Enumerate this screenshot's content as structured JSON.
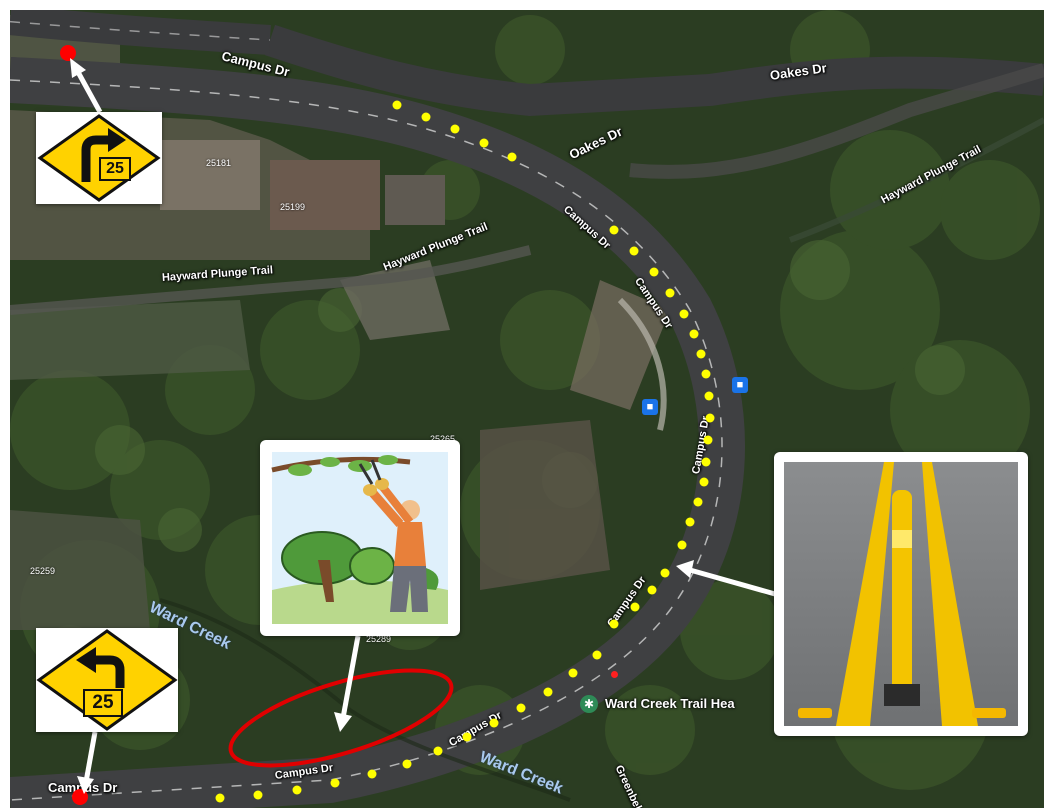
{
  "labels": {
    "campus_top": "Campus Dr",
    "oakes": "Oakes Dr",
    "oakes2": "Oakes Dr",
    "campus_curve1": "Campus Dr",
    "campus_curve2": "Campus Dr",
    "campus_curve3": "Campus Dr",
    "campus_curve4": "Campus Dr",
    "campus_curve5": "Campus Dr",
    "campus_bottom1": "Campus Dr",
    "campus_bottom2": "Campus Dr",
    "hayward_left": "Hayward Plunge Trail",
    "hayward_mid": "Hayward Plunge Trail",
    "hayward_right": "Hayward Plunge Trail",
    "ward_creek_left": "Ward Creek",
    "ward_creek_bottom": "Ward Creek",
    "greenbelt": "Greenbel",
    "poi": "Ward Creek Trail Hea"
  },
  "parcels": {
    "p1": "25181",
    "p2": "25199",
    "p3": "25265",
    "p4": "25259",
    "p5": "25289"
  },
  "signs": {
    "top_right_turn": "25",
    "bottom_left_turn": "25"
  },
  "icons": {
    "bus": "bus-stop-icon",
    "hiker": "hiker-icon"
  },
  "colors": {
    "route_dots": "#ffff00",
    "markers": "#ff0000",
    "highlight_ellipse": "#e00000",
    "sign_yellow": "#ffd200",
    "arrow": "#ffffff"
  }
}
